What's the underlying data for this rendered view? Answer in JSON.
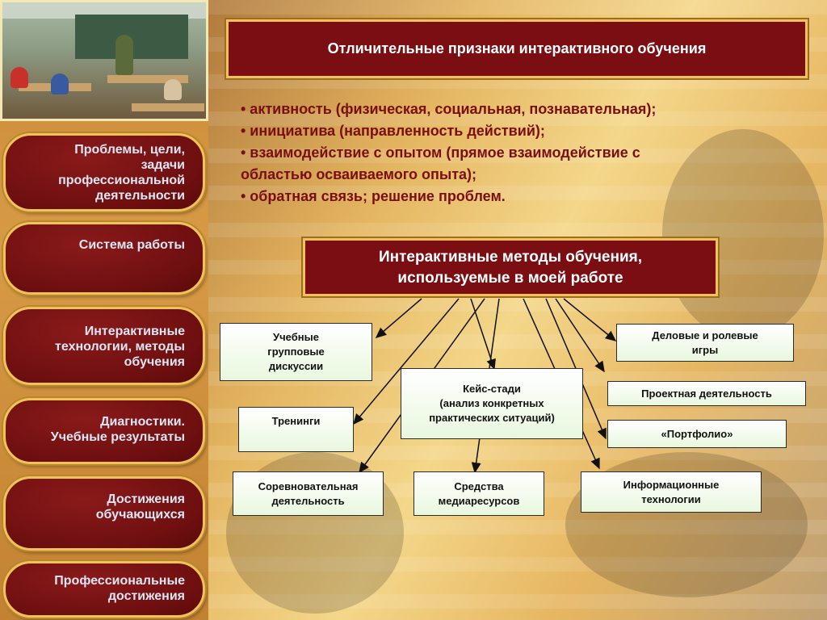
{
  "title": "Отличительные признаки интерактивного обучения",
  "bullets": [
    "• активность (физическая, социальная, познавательная);",
    "• инициатива (направленность действий);",
    "• взаимодействие с опытом (прямое взаимодействие с",
    "областью осваиваемого опыта);",
    "• обратная связь;  решение проблем."
  ],
  "methods_title": {
    "line1": "Интерактивные  методы обучения,",
    "line2": "используемые в моей работе"
  },
  "sidebar": {
    "items": [
      {
        "line1": "Проблемы, цели,",
        "line2": "задачи",
        "line3": "профессиональной",
        "line4": "деятельности"
      },
      {
        "line1": "Система работы"
      },
      {
        "line1": "Интерактивные",
        "line2": "технологии, методы",
        "line3": "обучения"
      },
      {
        "line1": "Диагностики.",
        "line2": "Учебные результаты"
      },
      {
        "line1": "Достижения",
        "line2": "обучающихся"
      },
      {
        "line1": "Профессиональные",
        "line2": "достижения"
      }
    ]
  },
  "methods": {
    "discussions": {
      "line1": "Учебные",
      "line2": "групповые",
      "line3": "дискуссии"
    },
    "case_study": {
      "line1": "Кейс-стади",
      "line2": "(анализ конкретных",
      "line3": "практических ситуаций)"
    },
    "trainings": {
      "line1": "Тренинги"
    },
    "competitive": {
      "line1": "Соревновательная",
      "line2": "деятельность"
    },
    "media": {
      "line1": "Средства",
      "line2": "медиаресурсов"
    },
    "it": {
      "line1": "Информационные",
      "line2": "технологии"
    },
    "business_games": {
      "line1": "Деловые  и ролевые",
      "line2": "игры"
    },
    "project": {
      "line1": "Проектная деятельность"
    },
    "portfolio": {
      "line1": "«Портфолио»"
    }
  },
  "colors": {
    "accent_dark_red": "#7a0e12",
    "gold_border": "#f2c25a",
    "node_fill": "#e9f7df"
  }
}
